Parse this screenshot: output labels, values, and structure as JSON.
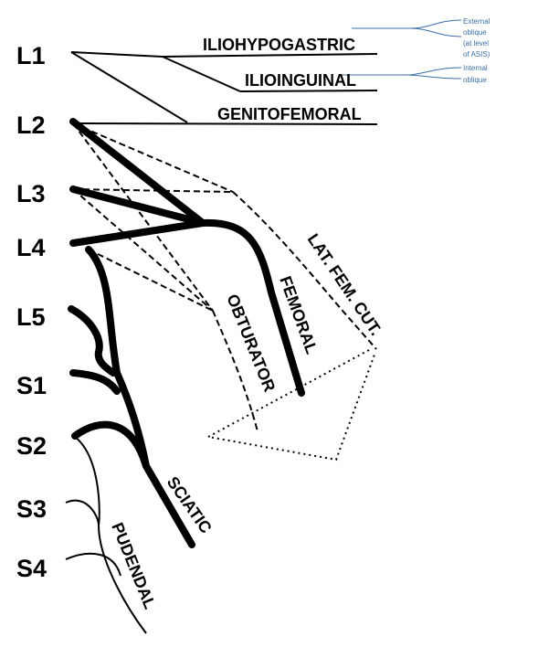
{
  "roots": {
    "l1": "L1",
    "l2": "L2",
    "l3": "L3",
    "l4": "L4",
    "l5": "L5",
    "s1": "S1",
    "s2": "S2",
    "s3": "S3",
    "s4": "S4"
  },
  "nerves": {
    "iliohypogastric": "ILIOHYPOGASTRIC",
    "ilioinguinal": "ILIOINGUINAL",
    "genitofemoral": "GENITOFEMORAL",
    "lat_fem_cut": "LAT. FEM. CUT.",
    "femoral": "FEMORAL",
    "obturator": "OBTURATOR",
    "sciatic": "SCIATIC",
    "pudendal": "PUDENDAL"
  },
  "annotations": {
    "external_oblique": [
      "External",
      "oblique",
      "(at level",
      "of ASIS)"
    ],
    "internal_oblique": [
      "Internal",
      "oblique"
    ]
  },
  "colors": {
    "ink": "#000000",
    "annotation": "#3b6ea5"
  }
}
